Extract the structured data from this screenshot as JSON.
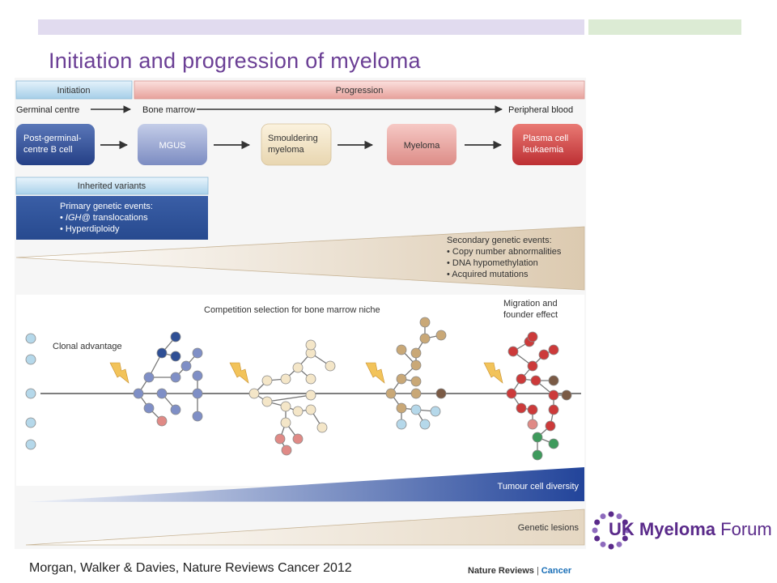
{
  "slide": {
    "title": "Initiation and progression of myeloma",
    "citation": "Morgan, Walker & Davies, Nature Reviews Cancer 2012",
    "credit_journal": "Nature Reviews",
    "credit_separator": "|",
    "credit_section": "Cancer",
    "logo_text_bold": "UK Myeloma",
    "logo_text_light": "Forum"
  },
  "figure": {
    "phase_initiation": "Initiation",
    "phase_progression": "Progression",
    "loc_germinal": "Germinal centre",
    "loc_marrow": "Bone marrow",
    "loc_blood": "Peripheral blood",
    "stage_1_line1": "Post-germinal-",
    "stage_1_line2": "centre B cell",
    "stage_2": "MGUS",
    "stage_3_line1": "Smouldering",
    "stage_3_line2": "myeloma",
    "stage_4": "Myeloma",
    "stage_5_line1": "Plasma cell",
    "stage_5_line2": "leukaemia",
    "inherited": "Inherited variants",
    "primary_title": "Primary genetic events:",
    "primary_1_a": "• ",
    "primary_1_b": "IGH@",
    "primary_1_c": " translocations",
    "primary_2": "• Hyperdiploidy",
    "secondary_title": "Secondary genetic events:",
    "secondary_1": "• Copy number abnormalities",
    "secondary_2": "• DNA hypomethylation",
    "secondary_3": "• Acquired mutations",
    "competition": "Competition selection for bone marrow niche",
    "migration_1": "Migration and",
    "migration_2": "founder effect",
    "clonal": "Clonal advantage",
    "diversity": "Tumour cell diversity",
    "lesions": "Genetic lesions"
  },
  "colors": {
    "title": "#6b3f95",
    "lavender_bar": "#e1dbef",
    "green_bar": "#dcebd4",
    "navy": "#2f4f95",
    "blue": "#7f8fc6",
    "tan": "#c9a877",
    "cream": "#f4e6c8",
    "salmon": "#e08a86",
    "red": "#cc3a3a",
    "lightblue": "#b5d8ea",
    "green": "#3e9a5c",
    "brown": "#7a5a45",
    "logo_purple": "#5a2a8a"
  }
}
